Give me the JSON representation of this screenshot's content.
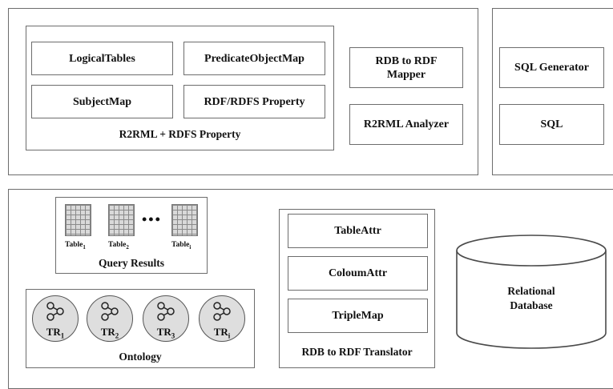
{
  "r2rml": {
    "boxes": {
      "logical_tables": "LogicalTables",
      "predicate_object_map": "PredicateObjectMap",
      "subject_map": "SubjectMap",
      "rdf_rdfs_property": "RDF/RDFS Property"
    },
    "caption": "R2RML  + RDFS Property"
  },
  "mapper": {
    "rdb_to_rdf_mapper": "RDB to RDF Mapper",
    "r2rml_analyzer": "R2RML Analyzer"
  },
  "sql": {
    "sql_generator": "SQL Generator",
    "sql": "SQL"
  },
  "query_results": {
    "tables": [
      {
        "label": "Table",
        "subscript": "1"
      },
      {
        "label": "Table",
        "subscript": "2"
      },
      {
        "label": "Table",
        "subscript": "i"
      }
    ],
    "ellipsis": "•••",
    "caption": "Query Results"
  },
  "ontology": {
    "nodes": [
      {
        "label": "TR",
        "subscript": "1"
      },
      {
        "label": "TR",
        "subscript": "2"
      },
      {
        "label": "TR",
        "subscript": "3"
      },
      {
        "label": "TR",
        "subscript": "i"
      }
    ],
    "caption": "Ontology"
  },
  "translator": {
    "table_attr": "TableAttr",
    "coloum_attr": "ColoumAttr",
    "triple_map": "TripleMap",
    "caption": "RDB to RDF Translator"
  },
  "database": {
    "label": "Relational Database"
  }
}
